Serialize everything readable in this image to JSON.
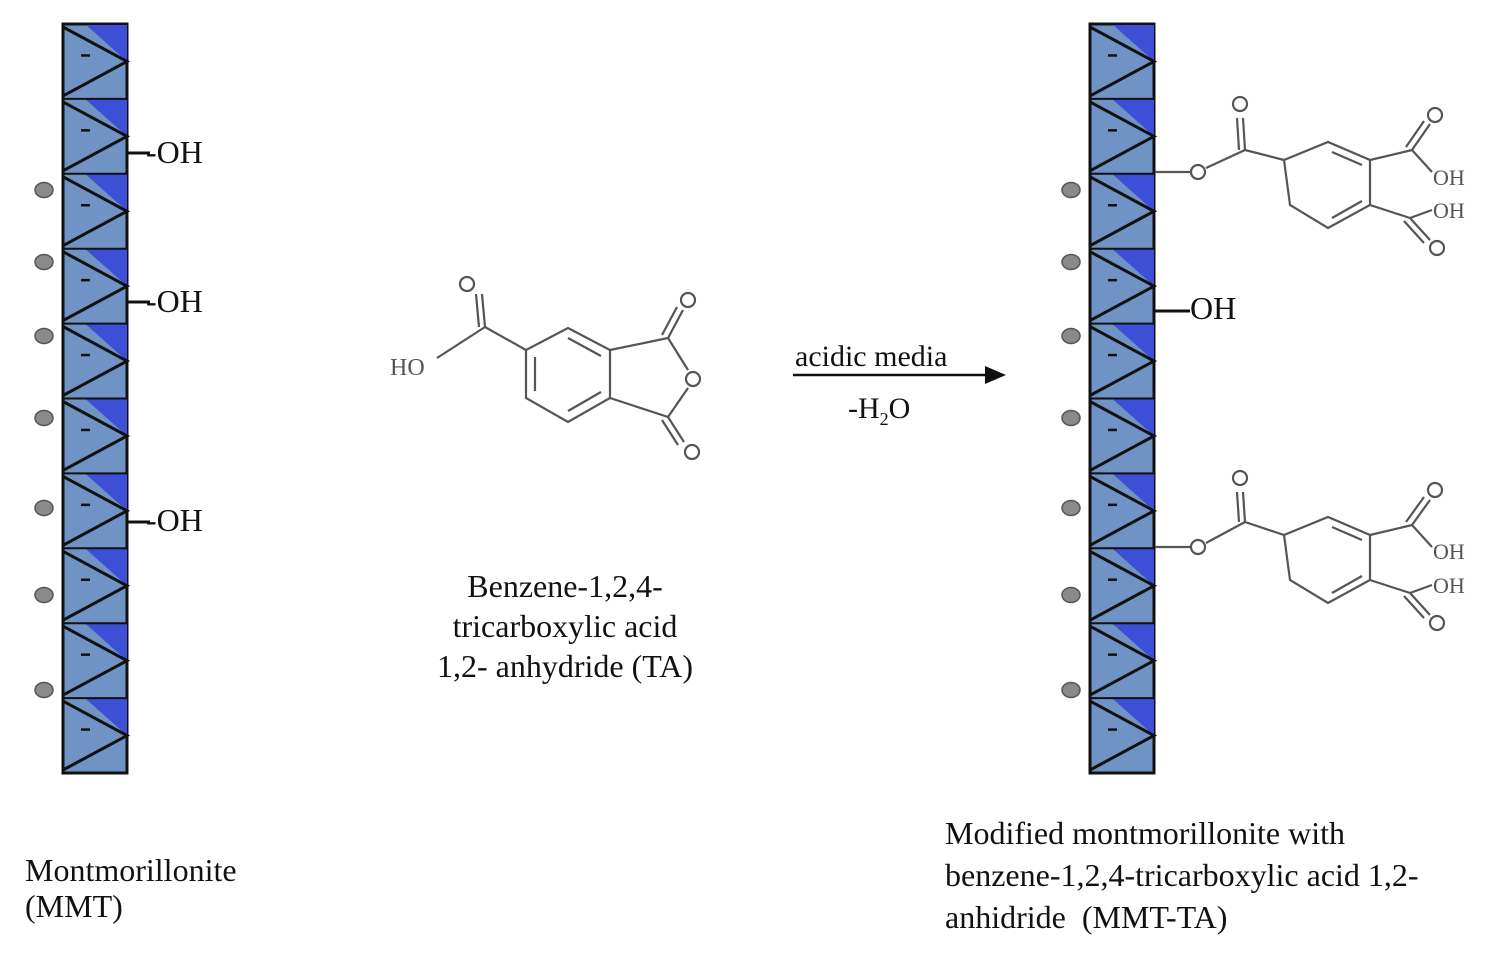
{
  "left": {
    "oh_labels": [
      "-OH",
      "-OH",
      "-OH"
    ],
    "caption_lines": [
      "Montmorillonite",
      "(MMT)"
    ]
  },
  "middle": {
    "atom_labels": {
      "hydroxyl": "HO",
      "oxygen": "O"
    },
    "caption_lines": [
      "Benzene-1,2,4-",
      "tricarboxylic acid",
      "1,2- anhydride (TA)"
    ]
  },
  "arrow": {
    "condition_top": "acidic media",
    "condition_bottom_prefix": "-H",
    "condition_bottom_sub": "2",
    "condition_bottom_suffix": "O"
  },
  "right": {
    "oh_label": "OH",
    "atom_labels": {
      "oxygen": "O",
      "hydroxyl": "OH"
    },
    "caption_lines": [
      "Modified montmorillonite with",
      "benzene-1,2,4-tricarboxylic acid 1,2-",
      "anhidride  (MMT-TA)"
    ]
  },
  "colors": {
    "clay_light": "#6f93c4",
    "clay_dark": "#3c4fd6",
    "clay_outline": "#111111",
    "cation": "#8a8a8a",
    "molecule_line": "#555555"
  }
}
